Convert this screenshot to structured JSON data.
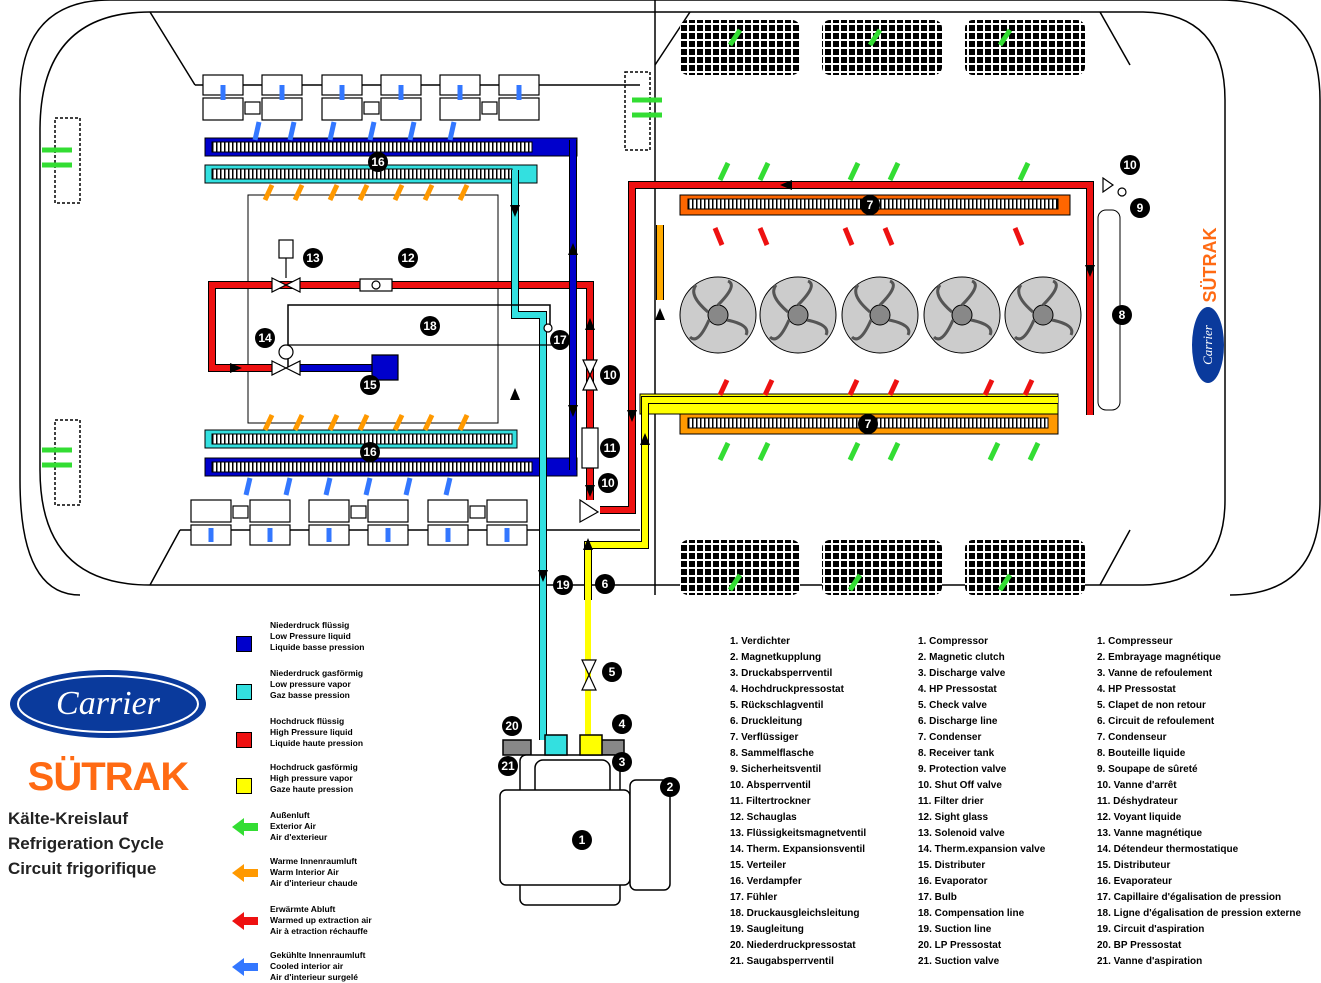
{
  "brand": {
    "carrier_logo_text": "Carrier",
    "sutrak_logo_text": "SÜTRAK"
  },
  "titles": [
    "Kälte-Kreislauf",
    "Refrigeration Cycle",
    "Circuit frigorifique"
  ],
  "legend": {
    "fluids": [
      {
        "color": "#0000cc",
        "lines": [
          "Niederdruck flüssig",
          "Low Pressure liquid",
          "Liquide basse pression"
        ]
      },
      {
        "color": "#33e0e0",
        "lines": [
          "Niederdruck gasförmig",
          "Low pressure vapor",
          "Gaz basse pression"
        ]
      },
      {
        "color": "#ee1111",
        "lines": [
          "Hochdruck flüssig",
          "High Pressure liquid",
          "Liquide haute pression"
        ]
      },
      {
        "color": "#ffff00",
        "lines": [
          "Hochdruck gasförmig",
          "High pressure vapor",
          "Gaze haute pression"
        ]
      }
    ],
    "air": [
      {
        "color": "#33dd33",
        "lines": [
          "Außenluft",
          "Exterior Air",
          "Air d'exterieur"
        ]
      },
      {
        "color": "#ff9900",
        "lines": [
          "Warme Innenraumluft",
          "Warm Interior Air",
          "Air d'interieur chaude"
        ]
      },
      {
        "color": "#ee1111",
        "lines": [
          "Erwärmte Abluft",
          "Warmed up extraction air",
          "Air à etraction réchauffe"
        ]
      },
      {
        "color": "#3377ff",
        "lines": [
          "Gekühlte Innenraumluft",
          "Cooled interior air",
          "Air d'interieur surgelé"
        ]
      }
    ]
  },
  "parts_de": [
    "1.  Verdichter",
    "2.  Magnetkupplung",
    "3.  Druckabsperrventil",
    "4.  Hochdruckpressostat",
    "5.  Rückschlagventil",
    "6.  Druckleitung",
    "7.  Verflüssiger",
    "8.  Sammelflasche",
    "9.  Sicherheitsventil",
    "10. Absperrventil",
    "11. Filtertrockner",
    "12. Schauglas",
    "13. Flüssigkeitsmagnetventil",
    "14. Therm. Expansionsventil",
    "15. Verteiler",
    "16. Verdampfer",
    "17. Fühler",
    "18. Druckausgleichsleitung",
    "19. Saugleitung",
    "20. Niederdruckpressostat",
    "21. Saugabsperrventil"
  ],
  "parts_en": [
    "1.  Compressor",
    "2.  Magnetic clutch",
    "3.  Discharge valve",
    "4.  HP Pressostat",
    "5.  Check valve",
    "6.  Discharge line",
    "7.  Condenser",
    "8.  Receiver tank",
    "9.  Protection valve",
    "10. Shut Off valve",
    "11. Filter drier",
    "12. Sight glass",
    "13. Solenoid valve",
    "14. Therm.expansion valve",
    "15. Distributer",
    "16. Evaporator",
    "17. Bulb",
    "18. Compensation line",
    "19. Suction line",
    "20. LP Pressostat",
    "21. Suction valve"
  ],
  "parts_fr": [
    "1.  Compresseur",
    "2.  Embrayage magnétique",
    "3.  Vanne de refoulement",
    "4.  HP Pressostat",
    "5.  Clapet de non retour",
    "6.  Circuit de refoulement",
    "7.  Condenseur",
    "8.  Bouteille liquide",
    "9.  Soupape de sûreté",
    "10. Vanne d'arrêt",
    "11. Déshydrateur",
    "12. Voyant liquide",
    "13. Vanne magnétique",
    "14. Détendeur thermostatique",
    "15. Distributeur",
    "16. Evaporateur",
    "17. Capillaire d'égalisation de pression",
    "18. Ligne d'égalisation de pression externe",
    "19. Circuit d'aspiration",
    "20. BP Pressostat",
    "21. Vanne d'aspiration"
  ],
  "markers": [
    "1",
    "2",
    "3",
    "4",
    "5",
    "6",
    "7",
    "7",
    "8",
    "9",
    "10",
    "10",
    "10",
    "11",
    "12",
    "13",
    "14",
    "15",
    "16",
    "16",
    "17",
    "18",
    "19",
    "20",
    "21"
  ]
}
